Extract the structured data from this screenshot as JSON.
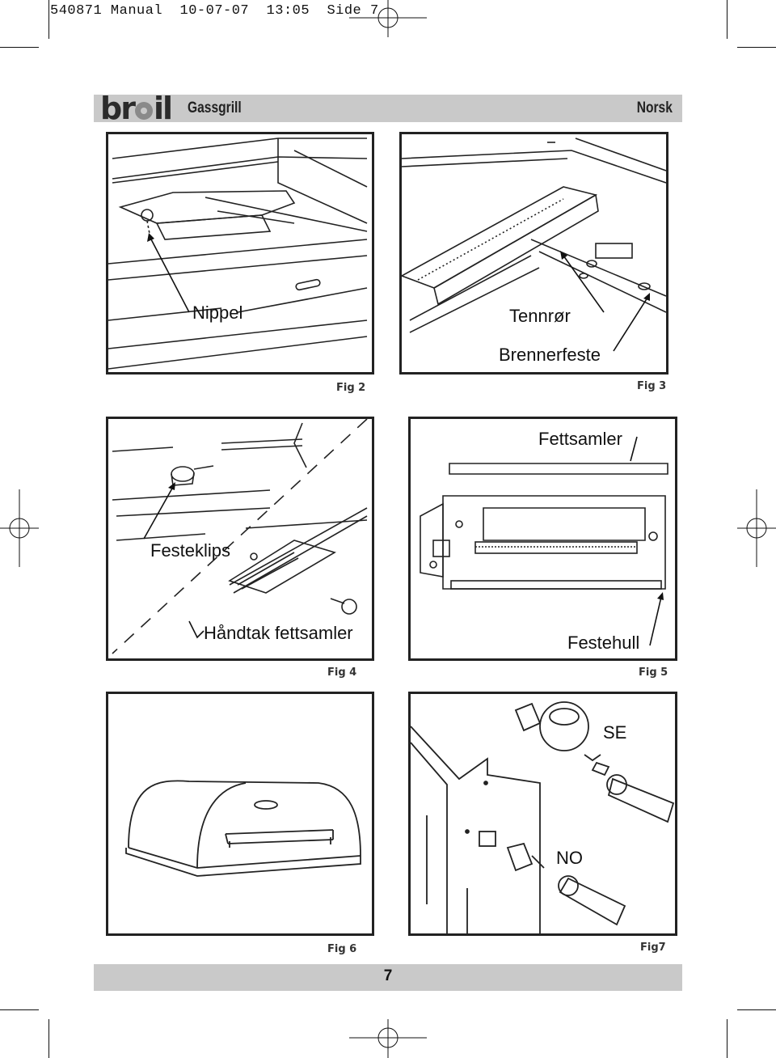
{
  "print_slug": "540871 Manual  10-07-07  13:05  Side 7",
  "header": {
    "brand": "broil",
    "title": "Gassgrill",
    "language": "Norsk"
  },
  "figures": [
    {
      "caption": "Fig 2",
      "labels": [
        "Nippel"
      ]
    },
    {
      "caption": "Fig 3",
      "labels": [
        "Tennrør",
        "Brennerfeste"
      ]
    },
    {
      "caption": "Fig 4",
      "labels": [
        "Festeklips",
        "Håndtak fettsamler"
      ]
    },
    {
      "caption": "Fig 5",
      "labels": [
        "Fettsamler",
        "Festehull"
      ]
    },
    {
      "caption": "Fig 6",
      "labels": []
    },
    {
      "caption": "Fig7",
      "labels": [
        "SE",
        "NO"
      ]
    }
  ],
  "footer": {
    "page_number": "7"
  },
  "colors": {
    "band": "#c9c9c9",
    "ink": "#111111"
  }
}
